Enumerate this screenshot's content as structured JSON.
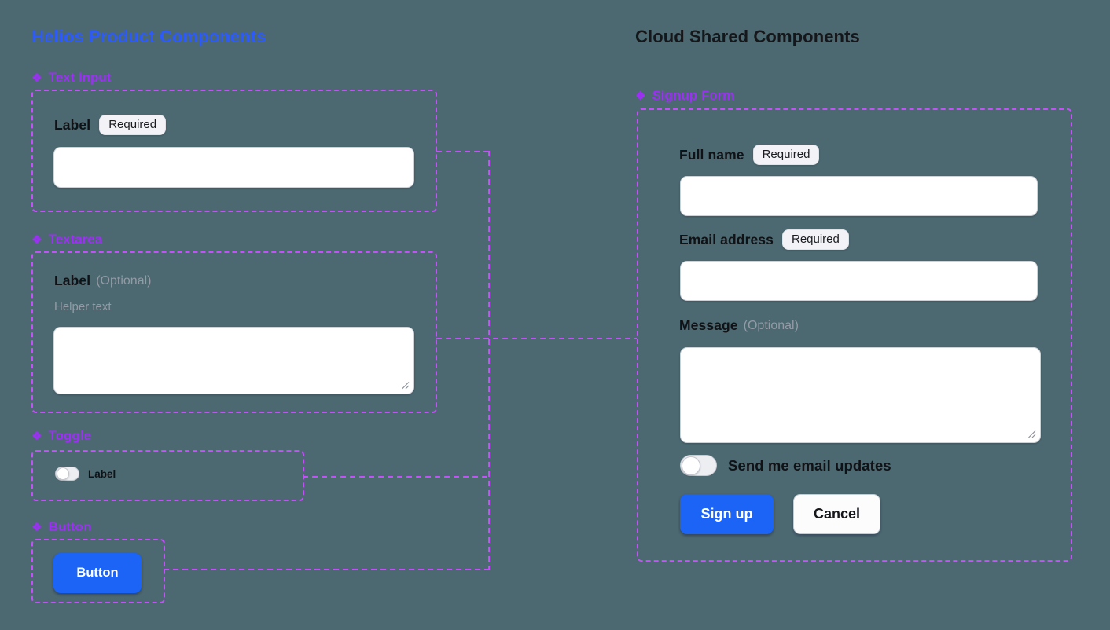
{
  "colors": {
    "background": "#4C6870",
    "left_title": "#2D5BFA",
    "right_title": "#15171A",
    "component_label": "#9C30F4",
    "dashed_outline": "#C44FFB",
    "primary_button": "#1B64F5"
  },
  "icons": {
    "component_icon": "❖"
  },
  "left_panel": {
    "title": "Helios Product Components",
    "text_input": {
      "component_name": "Text Input",
      "label": "Label",
      "badge": "Required",
      "input_value": "",
      "input_placeholder": ""
    },
    "textarea": {
      "component_name": "Textarea",
      "label": "Label",
      "optional_note": "(Optional)",
      "helper_text": "Helper text",
      "textarea_value": "",
      "textarea_placeholder": ""
    },
    "toggle": {
      "component_name": "Toggle",
      "label": "Label",
      "state": "off"
    },
    "button": {
      "component_name": "Button",
      "label": "Button"
    }
  },
  "right_panel": {
    "title": "Cloud Shared Components",
    "signup_form": {
      "component_name": "Signup Form",
      "full_name": {
        "label": "Full name",
        "badge": "Required",
        "value": "",
        "placeholder": ""
      },
      "email": {
        "label": "Email address",
        "badge": "Required",
        "value": "",
        "placeholder": ""
      },
      "message": {
        "label": "Message",
        "optional_note": "(Optional)",
        "value": "",
        "placeholder": ""
      },
      "updates_toggle": {
        "label": "Send me email updates",
        "state": "off"
      },
      "submit_button": "Sign up",
      "cancel_button": "Cancel"
    }
  }
}
